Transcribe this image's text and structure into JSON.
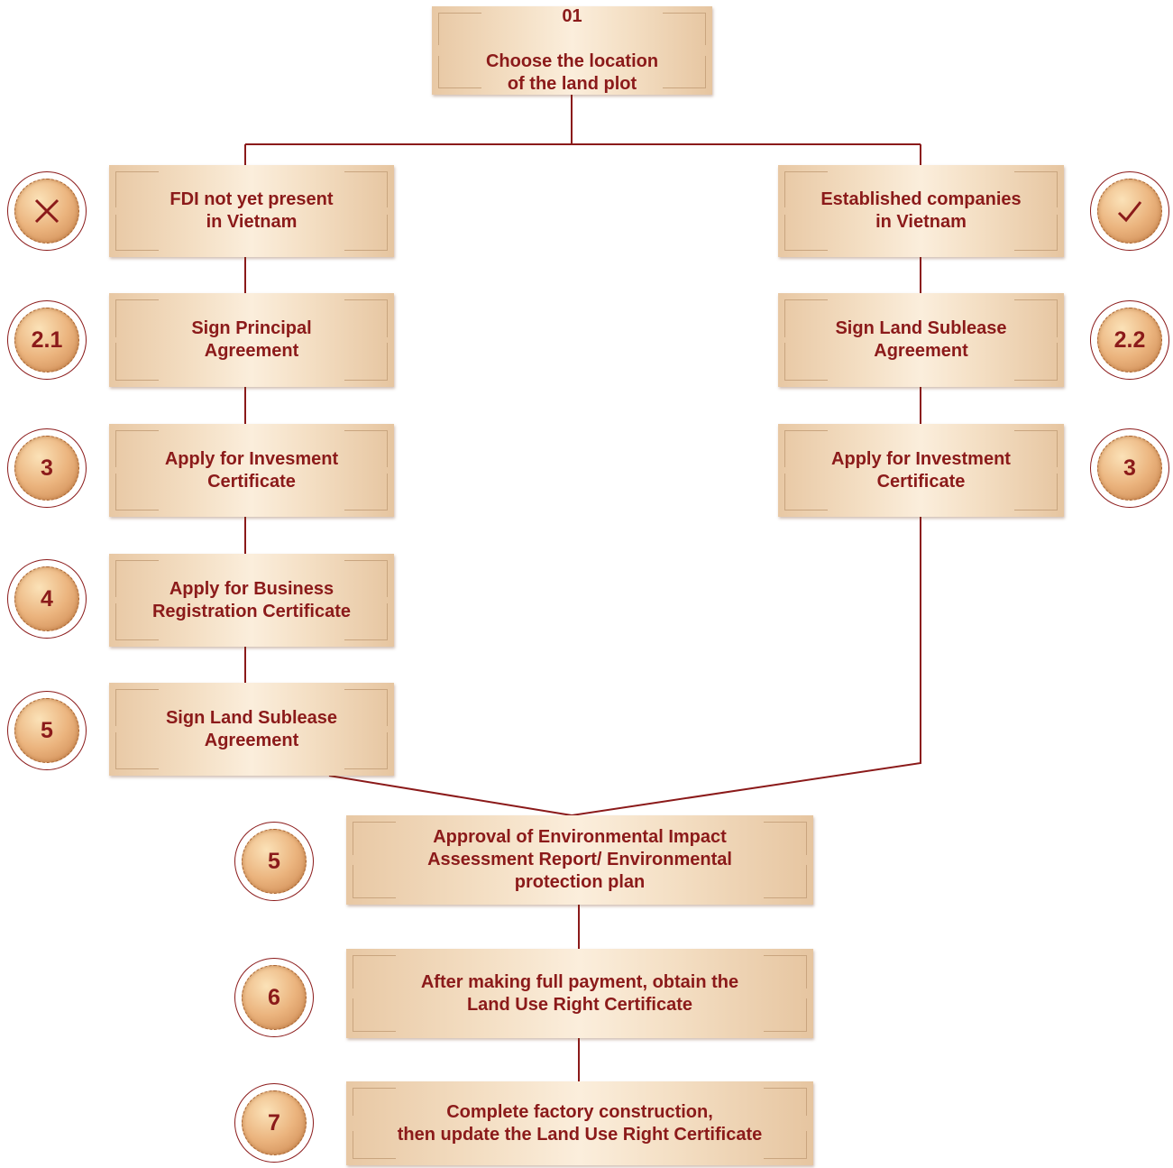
{
  "top": {
    "number": "01",
    "label": "Choose the location\nof the land plot"
  },
  "left": {
    "header": {
      "icon": "x-icon",
      "label": "FDI not yet present\nin Vietnam"
    },
    "steps": [
      {
        "badge": "2.1",
        "label": "Sign Principal\nAgreement"
      },
      {
        "badge": "3",
        "label": "Apply for Invesment\nCertificate"
      },
      {
        "badge": "4",
        "label": "Apply for Business\nRegistration Certificate"
      },
      {
        "badge": "5",
        "label": "Sign Land  Sublease\nAgreement"
      }
    ]
  },
  "right": {
    "header": {
      "icon": "check-icon",
      "label": "Established companies\nin Vietnam"
    },
    "steps": [
      {
        "badge": "2.2",
        "label": "Sign Land Sublease\nAgreement"
      },
      {
        "badge": "3",
        "label": "Apply for Investment\nCertificate"
      }
    ]
  },
  "bottom": [
    {
      "badge": "5",
      "label": "Approval of Environmental Impact\nAssessment Report/ Environmental\nprotection plan"
    },
    {
      "badge": "6",
      "label": "After making full payment, obtain the\nLand Use Right Certificate"
    },
    {
      "badge": "7",
      "label": "Complete factory construction,\nthen update the Land Use Right Certificate"
    }
  ],
  "colors": {
    "accent": "#8b1a1a",
    "box_fill": "#f4dfc4",
    "badge_gold": "#ebb47e"
  }
}
